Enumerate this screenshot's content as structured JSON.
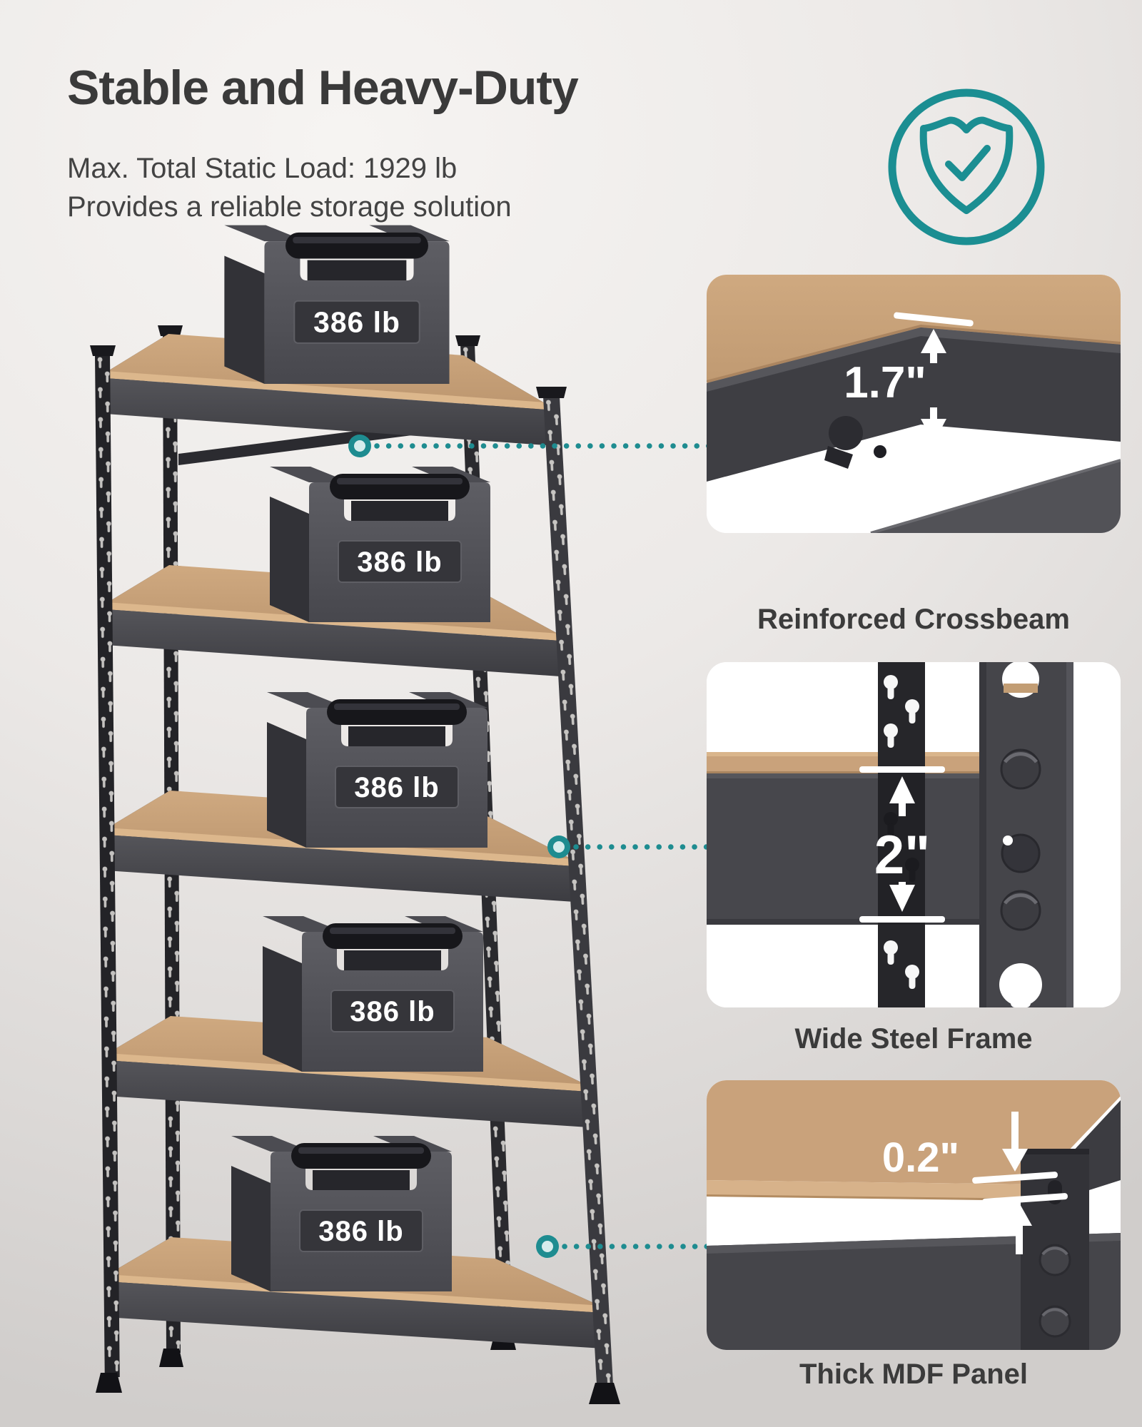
{
  "header": {
    "title": "Stable and Heavy-Duty",
    "subtitle_line1": "Max. Total Static Load: 1929 lb",
    "subtitle_line2": "Provides a reliable storage solution"
  },
  "badge": {
    "icon": "shield-check-icon",
    "accent": "#1b8e92"
  },
  "shelf": {
    "tier_count": 5,
    "weights": [
      "386 lb",
      "386 lb",
      "386 lb",
      "386 lb",
      "386 lb"
    ]
  },
  "callouts": [
    {
      "label": "Reinforced Crossbeam",
      "measurement": "1.7\""
    },
    {
      "label": "Wide Steel Frame",
      "measurement": "2\""
    },
    {
      "label": "Thick MDF Panel",
      "measurement": "0.2\""
    }
  ],
  "colors": {
    "accent_teal": "#1b8e92",
    "dotted_line": "#1e8c90",
    "mdf_tan": "#c9a27b",
    "steel_dark": "#46464a",
    "post_black": "#232327",
    "text_dark": "#3a3a3a"
  }
}
